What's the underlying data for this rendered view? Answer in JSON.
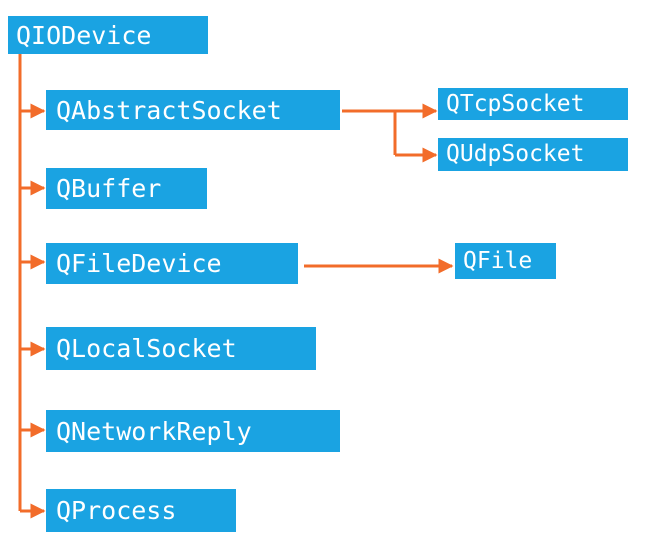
{
  "colors": {
    "node_fill": "#1aa3e2",
    "node_text": "#ffffff",
    "connector": "#f26c2a"
  },
  "nodes": {
    "root": "QIODevice",
    "abstract_socket": "QAbstractSocket",
    "tcp_socket": "QTcpSocket",
    "udp_socket": "QUdpSocket",
    "buffer": "QBuffer",
    "file_device": "QFileDevice",
    "file": "QFile",
    "local_socket": "QLocalSocket",
    "network_reply": "QNetworkReply",
    "process": "QProcess"
  }
}
